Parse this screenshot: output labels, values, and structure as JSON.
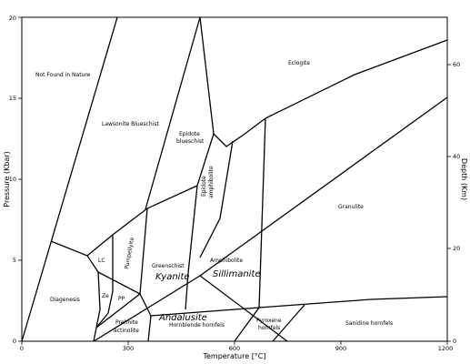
{
  "axes": {
    "x_label": "Temperature [°C]",
    "y_label_left": "Pressure (Kbar)",
    "y_label_right": "Depth (Km)",
    "x_ticks": [
      "0",
      "300",
      "600",
      "900",
      "1200"
    ],
    "y_ticks_left": [
      "0",
      "5",
      "10",
      "15",
      "20"
    ],
    "y_ticks_right": [
      "0",
      "20",
      "40",
      "60"
    ]
  },
  "facies": {
    "not_found": "Not Found in Nature",
    "eclogite": "Eclogite",
    "lawsonite_blueschist": "Lawsonite Blueschist",
    "epidote_blueschist_1": "Epidote",
    "epidote_blueschist_2": "blueschist",
    "epidote_amphibolite_1": "Epidote",
    "epidote_amphibolite_2": "amphibolite",
    "granulite": "Granulite",
    "lc": "LC",
    "pumpellyite": "Pumpellyite",
    "greenschist": "Greenschist",
    "amphibolite": "Amphibolite",
    "diagenesis": "Diagenesis",
    "ze": "Ze",
    "pp": "PP",
    "prehnite_1": "Prehnite",
    "prehnite_2": "actinolite",
    "hornblende_hornfels": "Hornblende hornfels",
    "pyroxene_1": "Pyroxene",
    "pyroxene_2": "hornfels",
    "sanidine_hornfels": "Sanidine hornfels"
  },
  "minerals": {
    "kyanite": "Kyanite",
    "sillimanite": "Sillimanite",
    "andalusite": "Andalusite"
  }
}
